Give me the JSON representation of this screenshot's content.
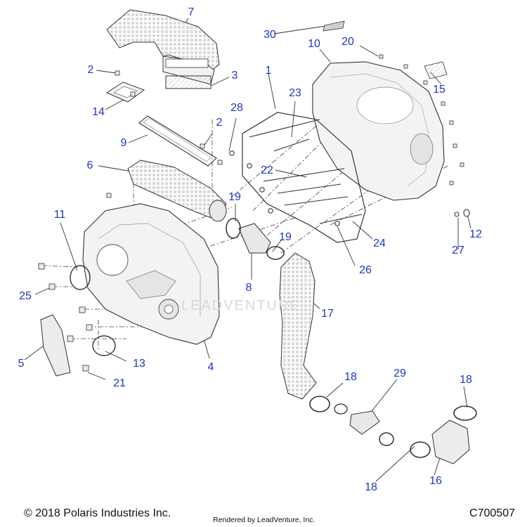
{
  "labels": {
    "p1": "1",
    "p2a": "2",
    "p2b": "2",
    "p3": "3",
    "p4": "4",
    "p5": "5",
    "p6": "6",
    "p7": "7",
    "p8": "8",
    "p9": "9",
    "p10": "10",
    "p11": "11",
    "p12": "12",
    "p13": "13",
    "p14": "14",
    "p15": "15",
    "p16": "16",
    "p17": "17",
    "p18a": "18",
    "p18b": "18",
    "p18c": "18",
    "p19a": "19",
    "p19b": "19",
    "p20": "20",
    "p21": "21",
    "p22": "22",
    "p23": "23",
    "p24": "24",
    "p25": "25",
    "p26": "26",
    "p27": "27",
    "p28": "28",
    "p29": "29",
    "p30": "30"
  },
  "footer": {
    "copyright": "© 2018 Polaris Industries Inc.",
    "rendered": "Rendered by LeadVenture, Inc.",
    "code": "C700507"
  },
  "watermark": "LEADVENTURE",
  "colors": {
    "label": "#1f35c8",
    "line": "#333333",
    "part_fill": "#f2f2f2",
    "shade": "#dcdcdc"
  }
}
